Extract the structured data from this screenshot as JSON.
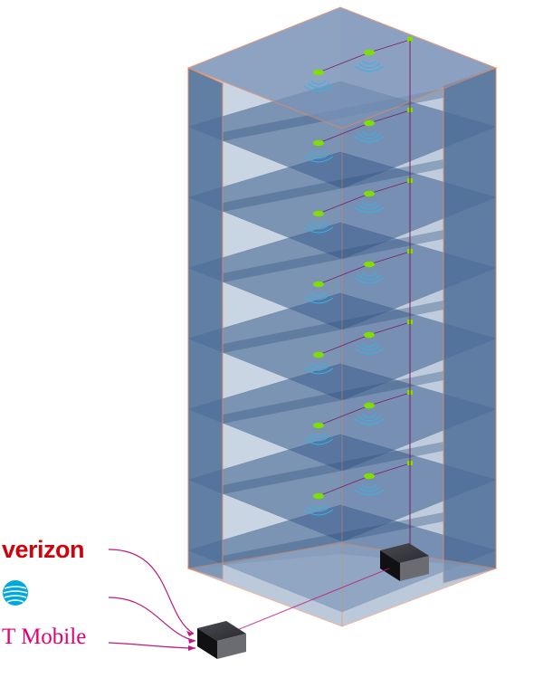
{
  "carriers": [
    {
      "name": "verizon",
      "color": "#cd040b"
    },
    {
      "name": "AT&T",
      "color": "#00a8e0",
      "icon": "att-globe-icon"
    },
    {
      "name": "T Mobile",
      "color": "#e20074"
    }
  ],
  "building": {
    "floor_count": 7,
    "antennas_per_floor": 2,
    "glass_color": "#3d5f8f",
    "edge_color": "#e8885a",
    "antenna_color": "#7fe000",
    "signal_color": "#2fb6e8",
    "cable_color": "#7a1f5c"
  },
  "equipment": [
    {
      "name": "headend-unit"
    },
    {
      "name": "donor-unit"
    }
  ]
}
